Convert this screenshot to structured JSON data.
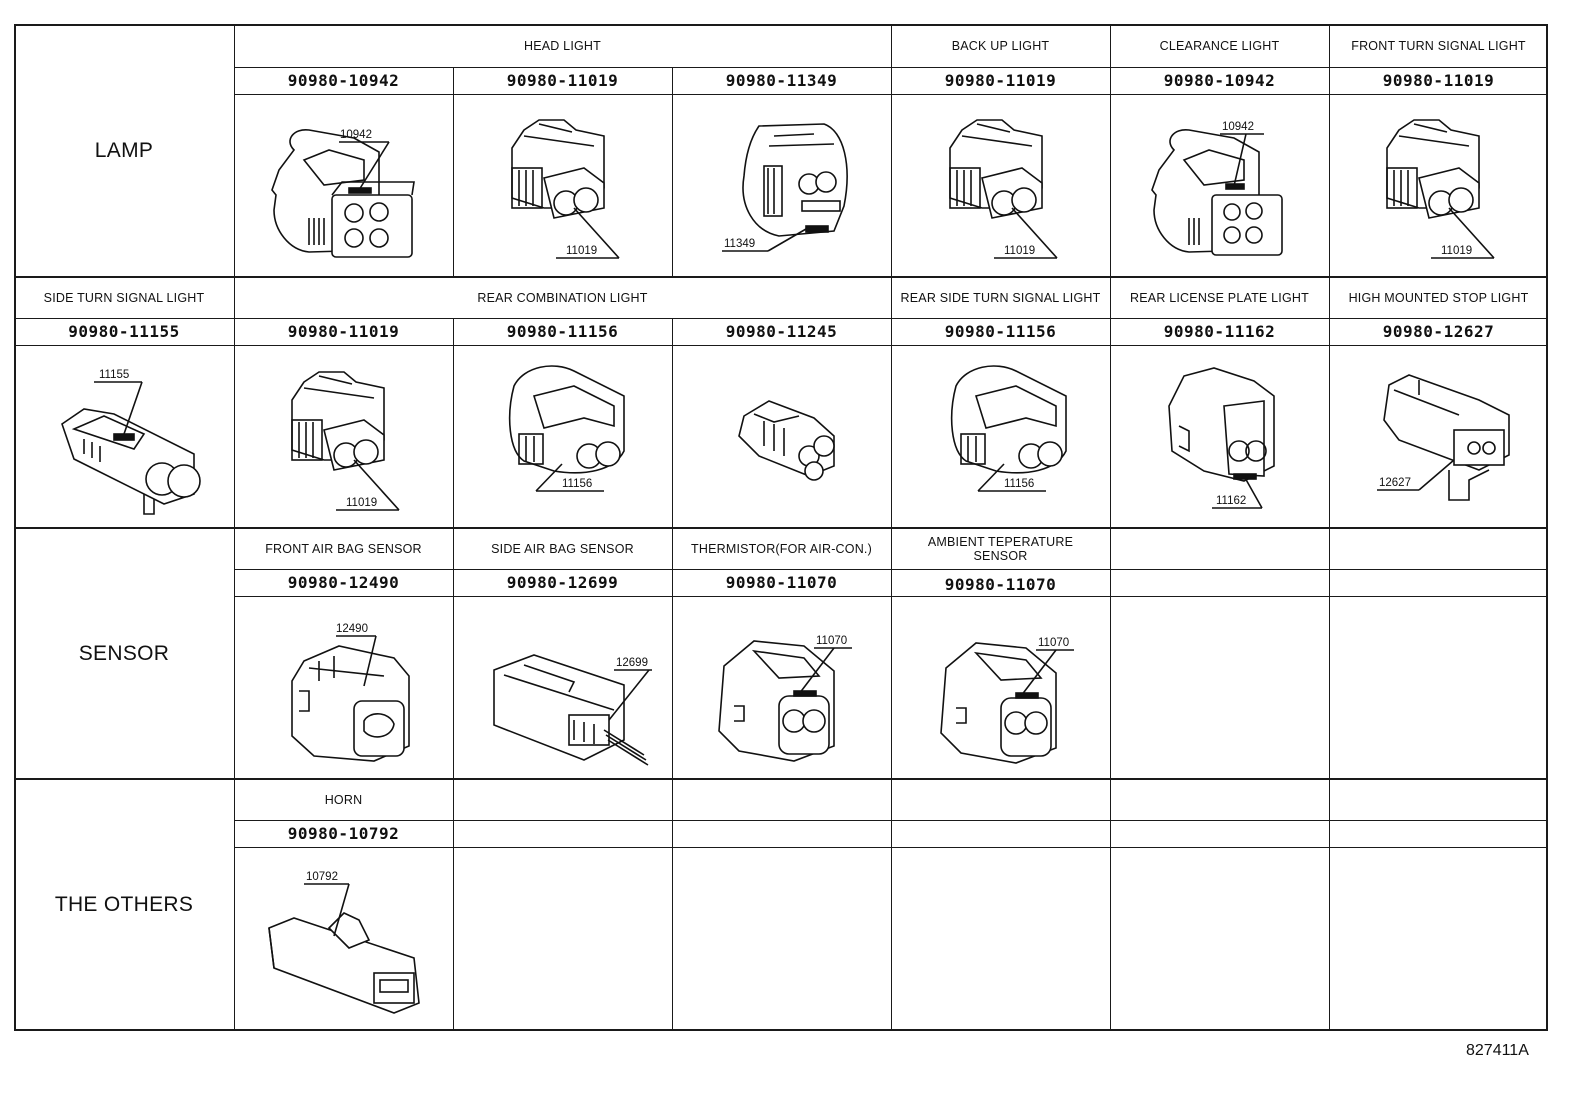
{
  "categories": {
    "lamp": "LAMP",
    "sensor": "SENSOR",
    "others": "THE OTHERS"
  },
  "lamp_row1": {
    "head_light": "HEAD LIGHT",
    "back_up_light": "BACK UP LIGHT",
    "clearance_light": "CLEARANCE LIGHT",
    "front_turn_signal_light": "FRONT TURN SIGNAL LIGHT",
    "parts": [
      "90980-10942",
      "90980-11019",
      "90980-11349",
      "90980-11019",
      "90980-10942",
      "90980-11019"
    ],
    "callouts": [
      "10942",
      "11019",
      "11349",
      "11019",
      "10942",
      "11019"
    ]
  },
  "lamp_row2": {
    "side_turn_signal_light": "SIDE TURN SIGNAL LIGHT",
    "rear_combination_light": "REAR COMBINATION LIGHT",
    "rear_side_turn_signal_light": "REAR SIDE TURN SIGNAL LIGHT",
    "rear_license_plate_light": "REAR LICENSE PLATE LIGHT",
    "high_mounted_stop_light": "HIGH MOUNTED STOP LIGHT",
    "parts": [
      "90980-11155",
      "90980-11019",
      "90980-11156",
      "90980-11245",
      "90980-11156",
      "90980-11162",
      "90980-12627"
    ],
    "callouts": [
      "11155",
      "11019",
      "11156",
      "",
      "11156",
      "11162",
      "12627"
    ]
  },
  "sensor_row": {
    "front_air_bag_sensor": "FRONT AIR BAG SENSOR",
    "side_air_bag_sensor": "SIDE AIR BAG SENSOR",
    "thermistor": "THERMISTOR(FOR AIR-CON.)",
    "ambient_sensor_line1": "AMBIENT TEPERATURE",
    "ambient_sensor_line2": "SENSOR",
    "parts": [
      "90980-12490",
      "90980-12699",
      "90980-11070",
      "90980-11070"
    ],
    "callouts": [
      "12490",
      "12699",
      "11070",
      "11070"
    ]
  },
  "others_row": {
    "horn": "HORN",
    "parts": [
      "90980-10792"
    ],
    "callouts": [
      "10792"
    ]
  },
  "figure_code": "827411A"
}
